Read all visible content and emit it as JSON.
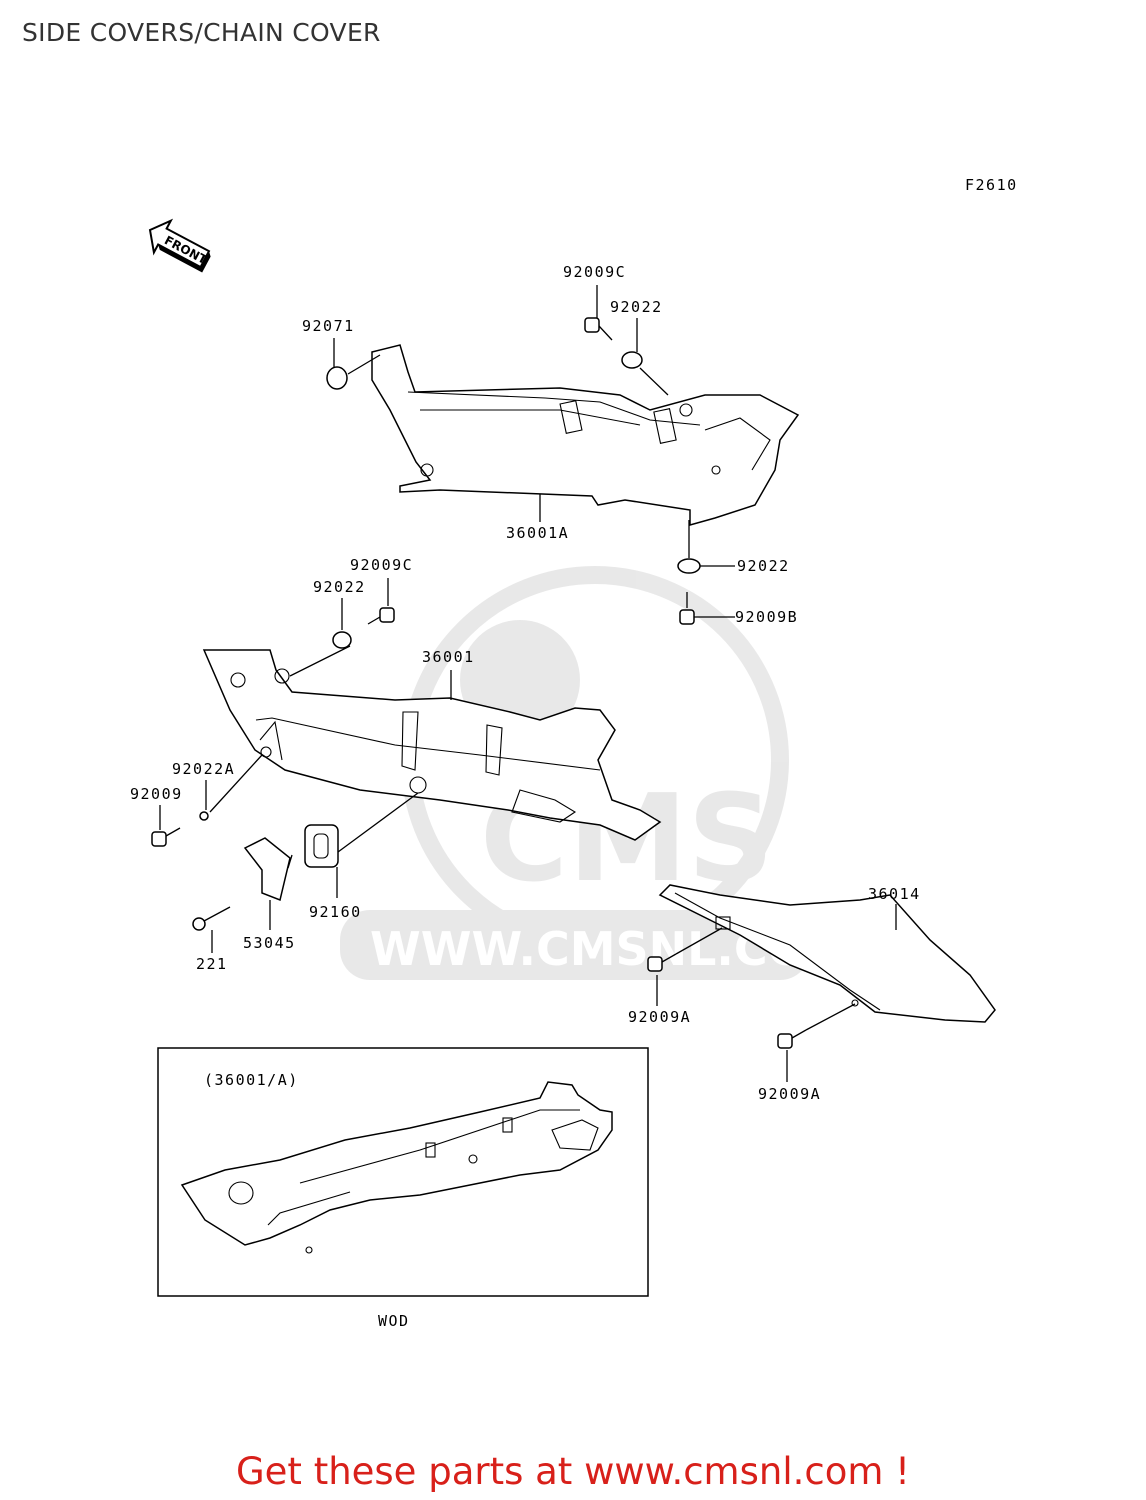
{
  "title": "SIDE COVERS/CHAIN COVER",
  "figure_code": "F2610",
  "front_label": "FRONT",
  "watermark": {
    "brand": "CMS",
    "url": "WWW.CMSNL.COM"
  },
  "parts": {
    "p92009C_top": "92009C",
    "p92022_top": "92022",
    "p92071": "92071",
    "p36001A": "36001A",
    "p92022_right": "92022",
    "p92009B": "92009B",
    "p92009C_mid": "92009C",
    "p92022_mid": "92022",
    "p36001": "36001",
    "p92022A": "92022A",
    "p92009": "92009",
    "p92160": "92160",
    "p53045": "53045",
    "p221": "221",
    "p36014": "36014",
    "p92009A_1": "92009A",
    "p92009A_2": "92009A"
  },
  "inset": {
    "label": "(36001/A)",
    "caption": "WOD"
  },
  "promo_link": "Get these parts at www.cmsnl.com !"
}
